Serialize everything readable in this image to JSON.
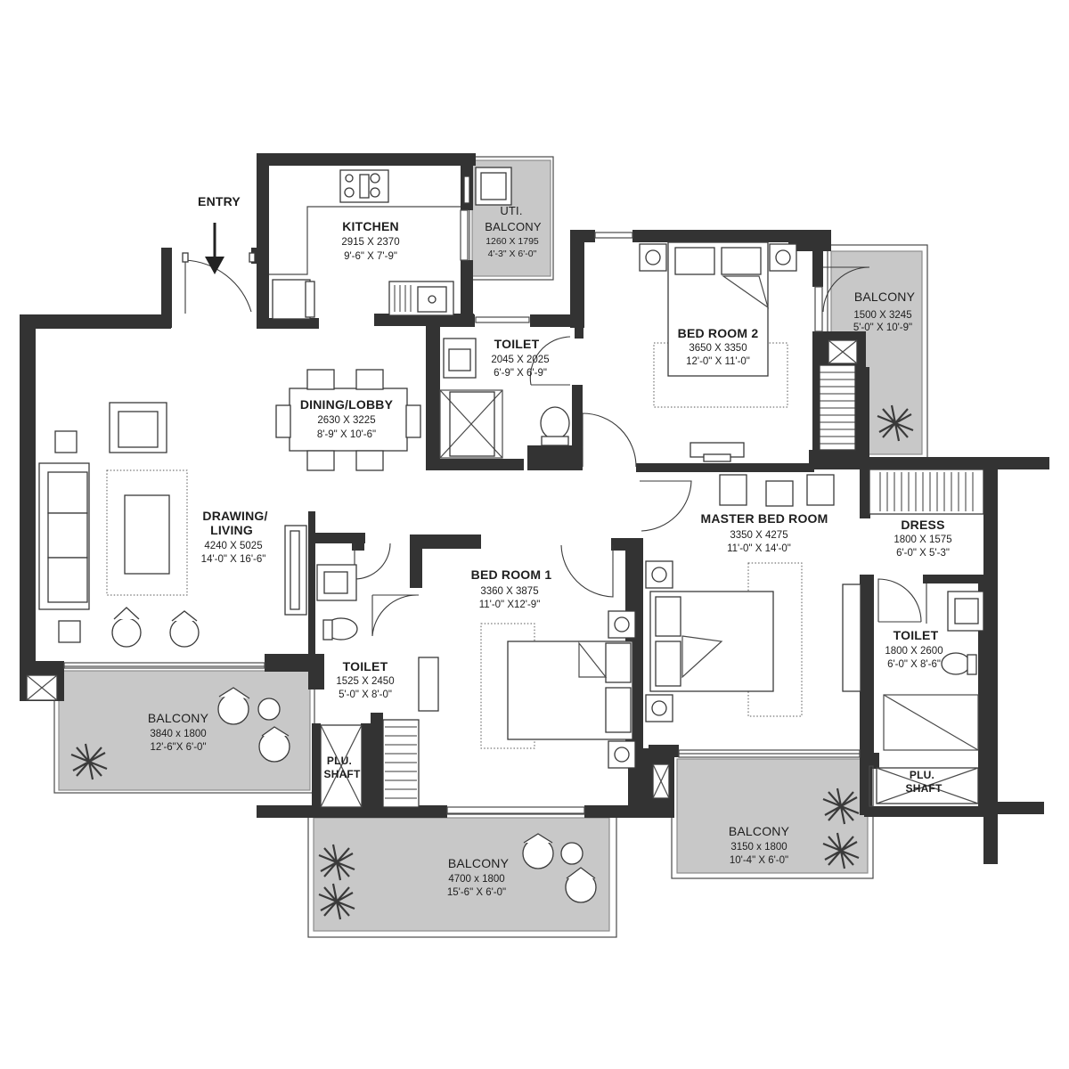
{
  "plan": {
    "entry_label": "ENTRY",
    "rooms": {
      "kitchen": {
        "name": "KITCHEN",
        "metric": "2915 X 2370",
        "imperial": "9'-6\" X 7'-9\""
      },
      "uti_balcony": {
        "name1": "UTI.",
        "name2": "BALCONY",
        "metric": "1260 X 1795",
        "imperial": "4'-3\" X 6'-0\""
      },
      "toilet_top": {
        "name": "TOILET",
        "metric": "2045 X 2025",
        "imperial": "6'-9\" X 6'-9\""
      },
      "bedroom2": {
        "name": "BED ROOM 2",
        "metric": "3650 X 3350",
        "imperial": "12'-0\" X 11'-0\""
      },
      "balcony_right": {
        "name": "BALCONY",
        "metric": "1500 X 3245",
        "imperial": "5'-0\" X 10'-9\""
      },
      "dining": {
        "name": "DINING/LOBBY",
        "metric": "2630 X 3225",
        "imperial": "8'-9\" X 10'-6\""
      },
      "drawing": {
        "name1": "DRAWING/",
        "name2": "LIVING",
        "metric": "4240 X 5025",
        "imperial": "14'-0\" X 16'-6\""
      },
      "bedroom1": {
        "name": "BED ROOM 1",
        "metric": "3360 X 3875",
        "imperial": "11'-0\" X12'-9\""
      },
      "master": {
        "name": "MASTER BED ROOM",
        "metric": "3350 X 4275",
        "imperial": "11'-0\" X 14'-0\""
      },
      "dress": {
        "name": "DRESS",
        "metric": "1800 X 1575",
        "imperial": "6'-0\" X 5'-3\""
      },
      "toilet_left": {
        "name": "TOILET",
        "metric": "1525 X 2450",
        "imperial": "5'-0\" X 8'-0\""
      },
      "toilet_right": {
        "name": "TOILET",
        "metric": "1800 X 2600",
        "imperial": "6'-0\" X 8'-6\""
      },
      "balcony_left": {
        "name": "BALCONY",
        "metric": "3840 x 1800",
        "imperial": "12'-6\"X 6'-0\""
      },
      "balcony_bottom": {
        "name": "BALCONY",
        "metric": "4700 x 1800",
        "imperial": "15'-6\" X 6'-0\""
      },
      "balcony_mid": {
        "name": "BALCONY",
        "metric": "3150 x 1800",
        "imperial": "10'-4\" X 6'-0\""
      },
      "plu_shaft_left": {
        "line1": "PLU.",
        "line2": "SHAFT"
      },
      "plu_shaft_right": {
        "line1": "PLU.",
        "line2": "SHAFT"
      }
    }
  }
}
